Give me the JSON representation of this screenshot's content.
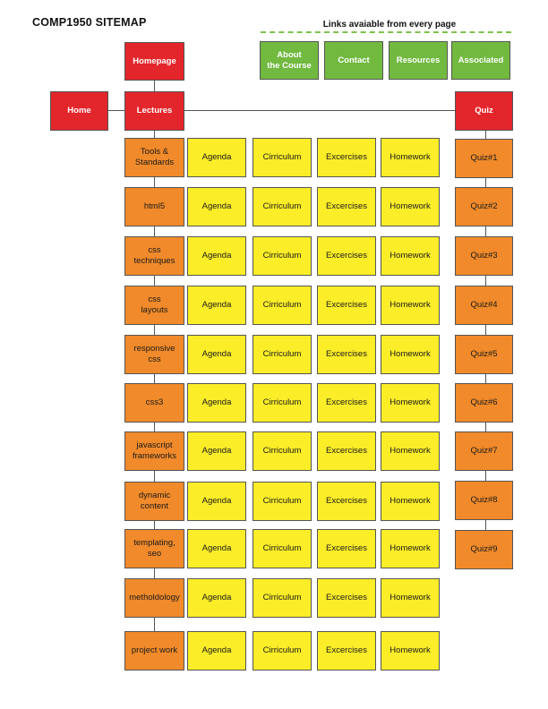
{
  "title": "COMP1950 SITEMAP",
  "links_caption": "Links avaiable from every page",
  "top_nav": {
    "homepage": "Homepage",
    "home": "Home",
    "lectures": "Lectures",
    "quiz": "Quiz"
  },
  "global_links": [
    "About\nthe Course",
    "Contact",
    "Resources",
    "Associated"
  ],
  "lectures": [
    "Tools &\nStandards",
    "html5",
    "css\ntechniques",
    "css\nlayouts",
    "responsive\ncss",
    "css3",
    "javascript\nframeworks",
    "dynamic\ncontent",
    "templating,\nseo",
    "metholdology",
    "project work"
  ],
  "lecture_subpages": [
    "Agenda",
    "Cirriculum",
    "Excercises",
    "Homework"
  ],
  "quizzes": [
    "Quiz#1",
    "Quiz#2",
    "Quiz#3",
    "Quiz#4",
    "Quiz#5",
    "Quiz#6",
    "Quiz#7",
    "Quiz#8",
    "Quiz#9"
  ],
  "colors": {
    "top_level": "#e3262b",
    "global_link": "#72b940",
    "lecture": "#f08a2a",
    "subpage": "#fbed28",
    "quiz": "#f08a2a"
  }
}
